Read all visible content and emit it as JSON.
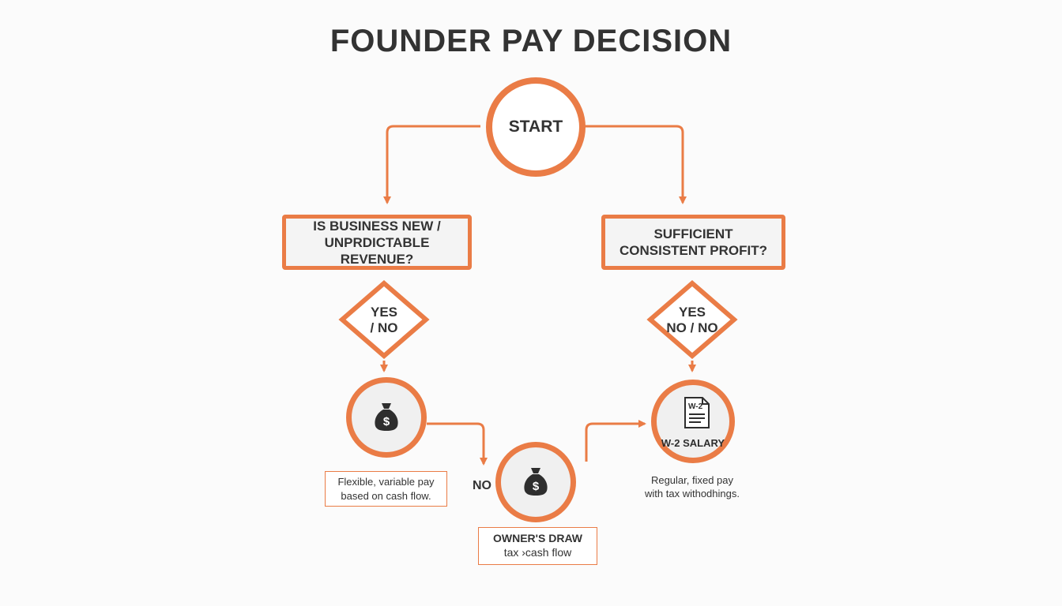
{
  "title": "FOUNDER PAY DECISION",
  "start": {
    "label": "START"
  },
  "left_question": {
    "line1": "IS BUSINESS NEW /",
    "line2": "UNPRDICTABLE REVENUE?"
  },
  "right_question": {
    "line1": "SUFFICIENT",
    "line2": "CONSISTENT PROFIT?"
  },
  "left_diamond": {
    "line1": "YES",
    "line2": "/ NO"
  },
  "right_diamond": {
    "line1": "YES",
    "line2": "NO / NO"
  },
  "left_outcome": {
    "icon": "money-bag-icon",
    "note_line1": "Flexible, variable pay",
    "note_line2": "based on cash flow."
  },
  "middle_outcome": {
    "icon": "money-bag-icon",
    "side_label": "NO",
    "note_line1": "OWNER'S DRAW",
    "note_line2": "tax ›cash flow"
  },
  "right_outcome": {
    "icon": "w2-document-icon",
    "doc_label": "W-2",
    "label": "W-2 SALARY",
    "note_line1": "Regular, fixed pay",
    "note_line2": "with tax withodhings."
  },
  "colors": {
    "accent": "#ea7c46",
    "text": "#333333",
    "background": "#fbfbfb"
  }
}
